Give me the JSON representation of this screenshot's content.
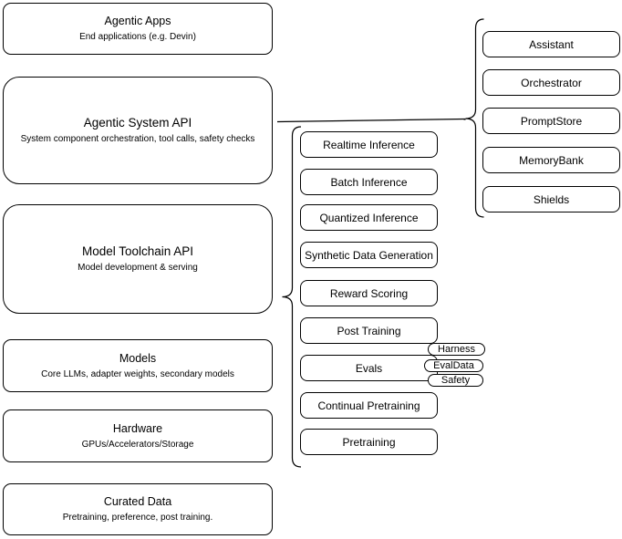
{
  "diagram": {
    "stack": [
      {
        "title": "Agentic Apps",
        "subtitle": "End applications (e.g. Devin)"
      },
      {
        "title": "Agentic System API",
        "subtitle": "System component orchestration, tool calls, safety checks"
      },
      {
        "title": "Model Toolchain API",
        "subtitle": "Model development & serving"
      },
      {
        "title": "Models",
        "subtitle": "Core LLMs, adapter weights, secondary models"
      },
      {
        "title": "Hardware",
        "subtitle": "GPUs/Accelerators/Storage"
      },
      {
        "title": "Curated Data",
        "subtitle": "Pretraining, preference, post training."
      }
    ],
    "system_api_components": [
      "Assistant",
      "Orchestrator",
      "PromptStore",
      "MemoryBank",
      "Shields"
    ],
    "toolchain_components": [
      "Realtime Inference",
      "Batch Inference",
      "Quantized Inference",
      "Synthetic Data Generation",
      "Reward Scoring",
      "Post Training",
      "Evals",
      "Continual Pretraining",
      "Pretraining"
    ],
    "evals_tags": [
      "Harness",
      "EvalData",
      "Safety"
    ],
    "colors": {
      "stroke": "#000000",
      "fill": "#ffffff",
      "text": "#000000"
    }
  }
}
